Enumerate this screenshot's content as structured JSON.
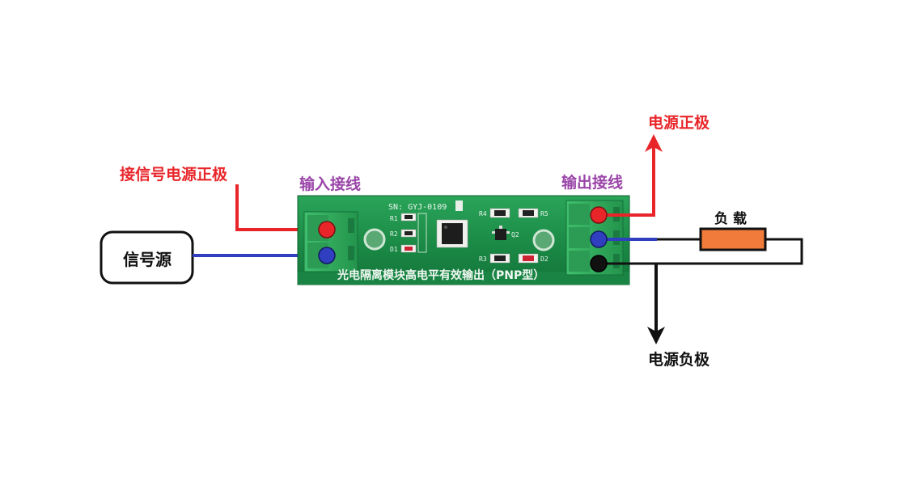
{
  "labels": {
    "signal_source": "信号源",
    "signal_power_positive": "接信号电源正极",
    "input_wiring": "输入接线",
    "output_wiring": "输出接线",
    "power_positive": "电源正极",
    "power_negative": "电源负极",
    "load": "负载"
  },
  "board": {
    "sn": "SN: GYJ-0109",
    "title": "光电隔离模块高电平有效输出（PNP型）",
    "component_labels": [
      "R1",
      "R2",
      "D1",
      "R4",
      "R5",
      "Q2",
      "R3",
      "D2"
    ]
  },
  "colors": {
    "positive": "#e8262a",
    "signal": "#2f3fbf",
    "negative": "#111111",
    "load_fill": "#f07b3a",
    "pcb_green": "#1f8f4a",
    "terminal_green": "#2fa85a"
  }
}
